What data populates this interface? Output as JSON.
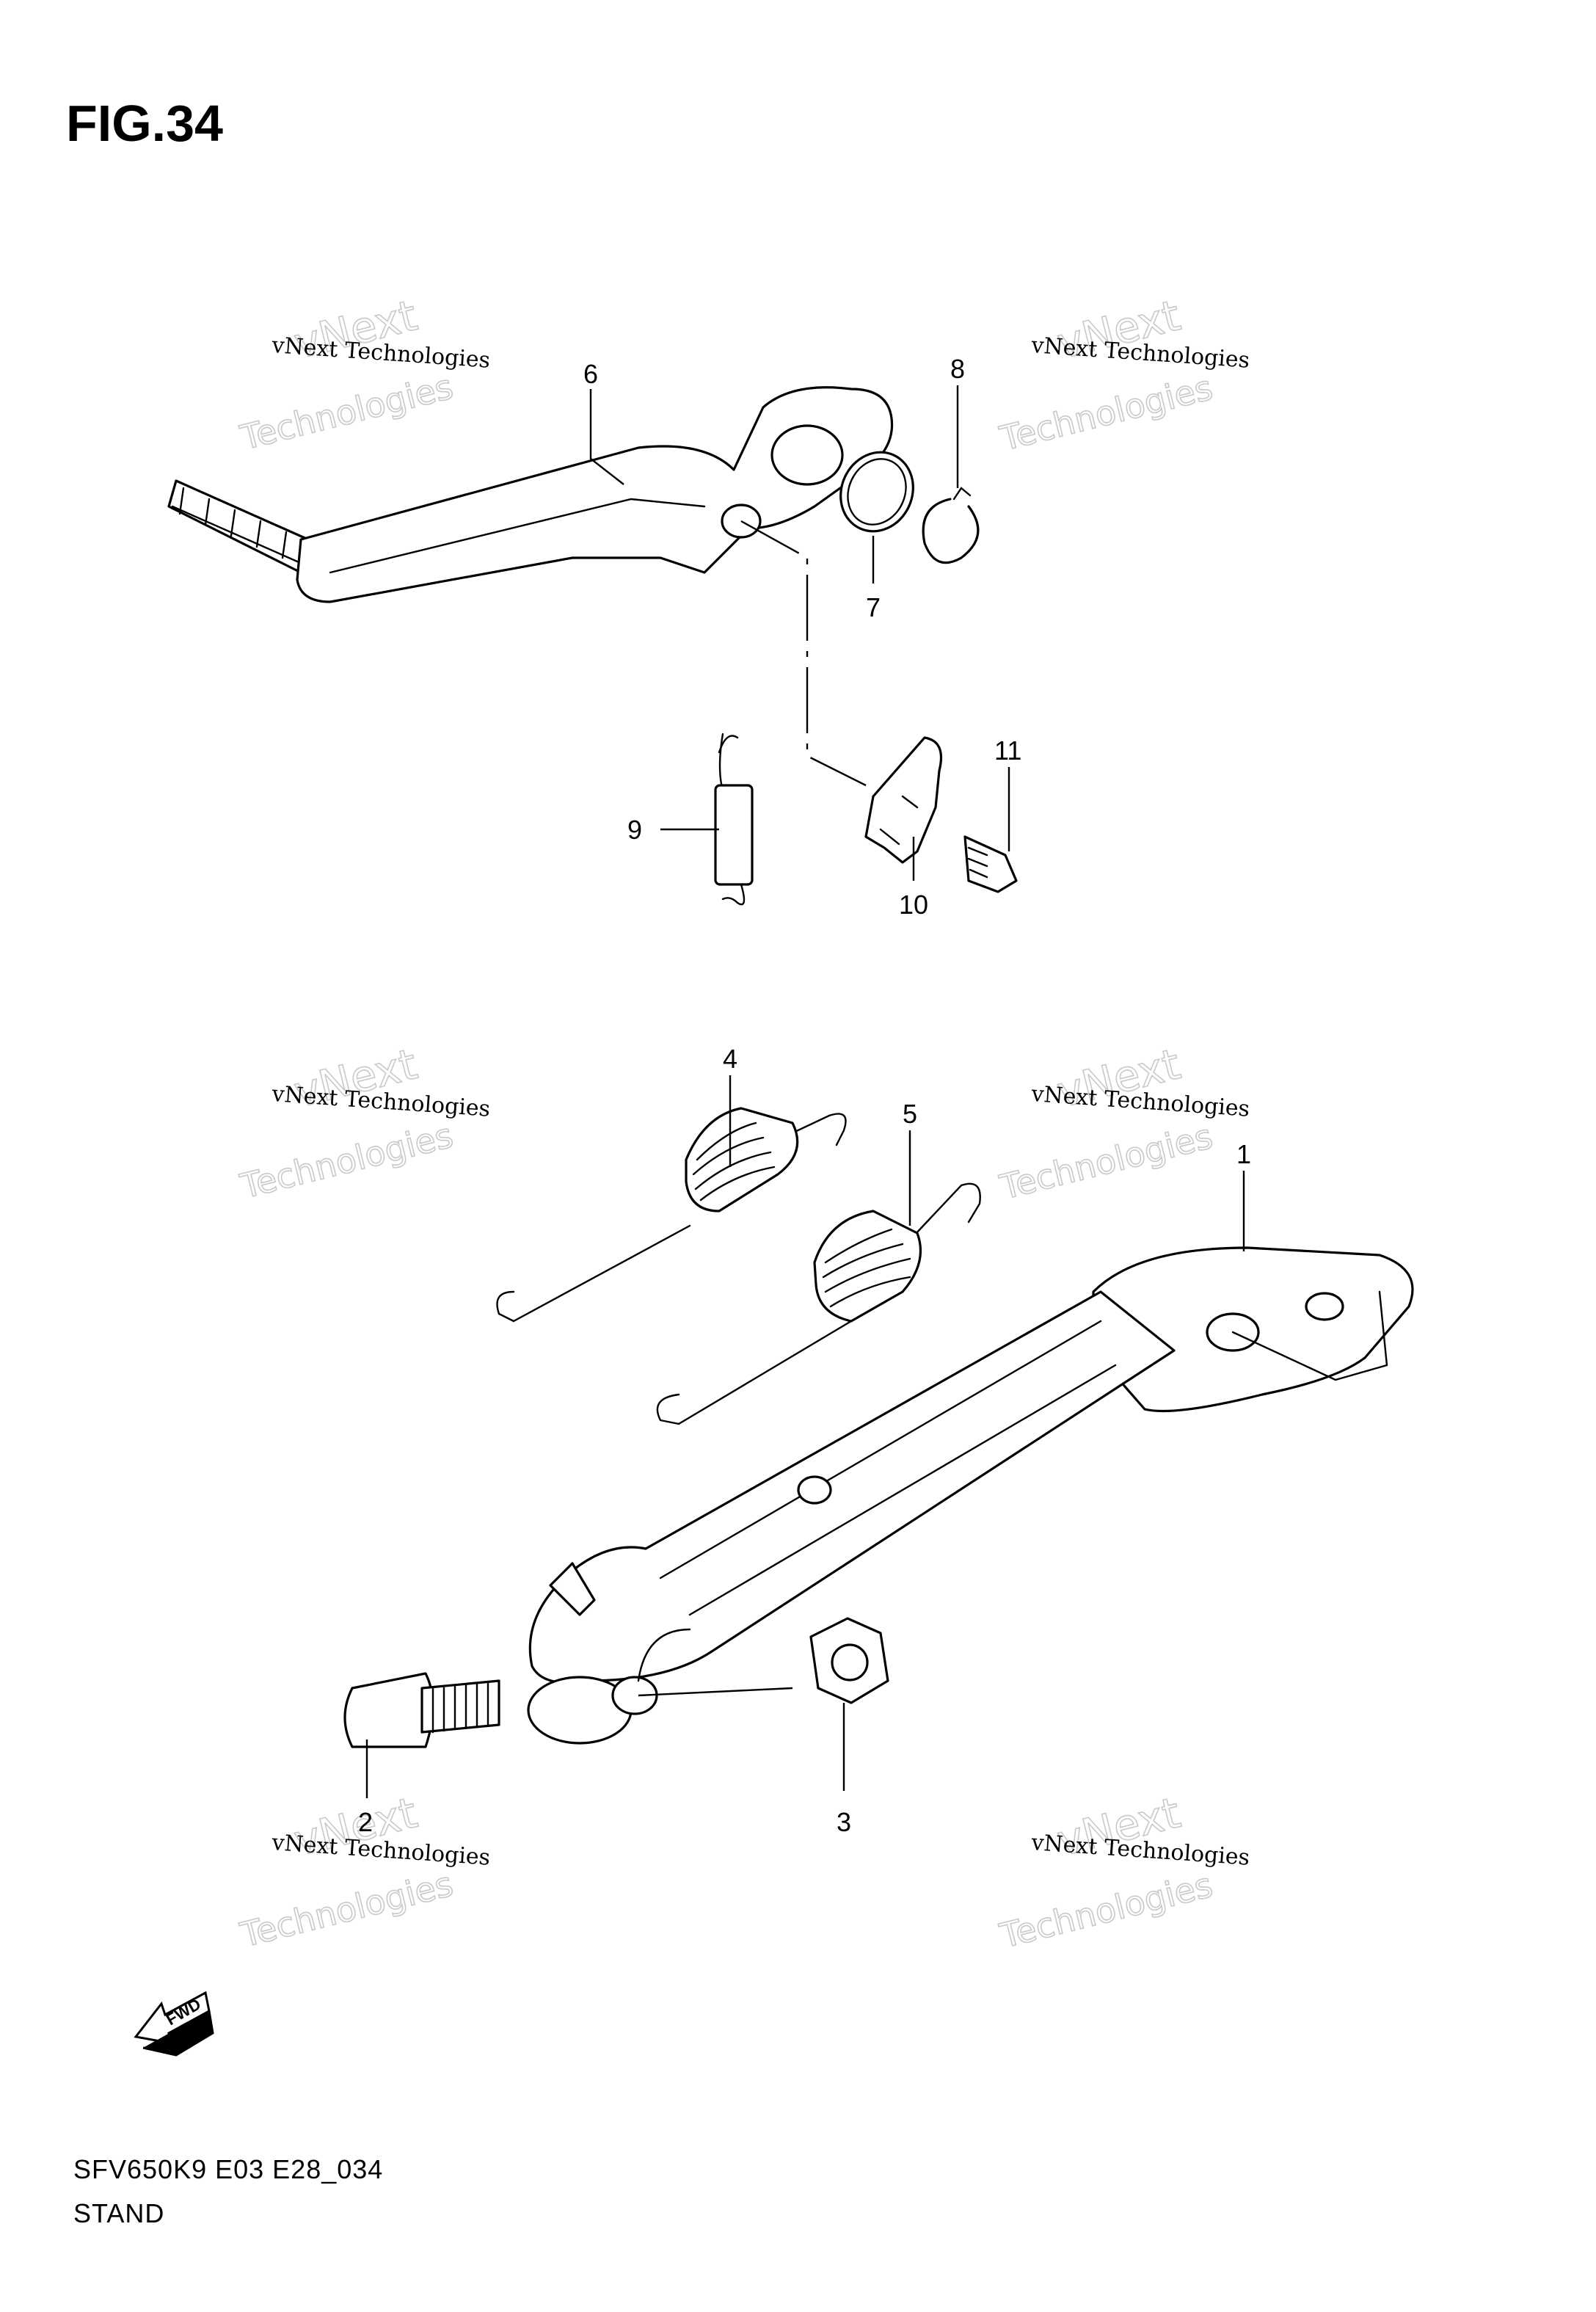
{
  "figure": {
    "title": "FIG.34",
    "model_code": "SFV650K9 E03 E28_034",
    "section_name": "STAND"
  },
  "watermark": {
    "line1": "vNext Technologies",
    "line2": "vNext",
    "line3": "Technologies"
  },
  "fwd_label": "FWD",
  "callouts": [
    {
      "id": "1",
      "label": "1"
    },
    {
      "id": "2",
      "label": "2"
    },
    {
      "id": "3",
      "label": "3"
    },
    {
      "id": "4",
      "label": "4"
    },
    {
      "id": "5",
      "label": "5"
    },
    {
      "id": "6",
      "label": "6"
    },
    {
      "id": "7",
      "label": "7"
    },
    {
      "id": "8",
      "label": "8"
    },
    {
      "id": "9",
      "label": "9"
    },
    {
      "id": "10",
      "label": "10"
    },
    {
      "id": "11",
      "label": "11"
    }
  ]
}
